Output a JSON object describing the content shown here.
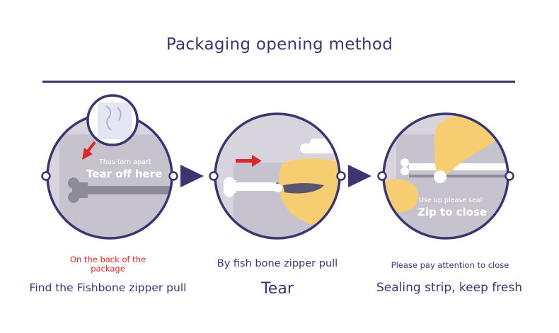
{
  "title": "Packaging opening method",
  "colors": {
    "brand": "#3d3570",
    "accent_red": "#d8282a",
    "bag_grey": "#c6c3cf",
    "hand_yellow": "#f7cd72"
  },
  "steps": [
    {
      "inner_small": "Thus torn apart",
      "inner_large": "Tear off here",
      "note": "On the back of the package",
      "caption": "Find the Fishbone zipper pull"
    },
    {
      "note": "By fish bone zipper pull",
      "caption": "Tear"
    },
    {
      "inner_small": "Use up please seal",
      "inner_large": "Zip to close",
      "note": "Please pay attention to close",
      "caption": "Sealing strip, keep fresh"
    }
  ]
}
